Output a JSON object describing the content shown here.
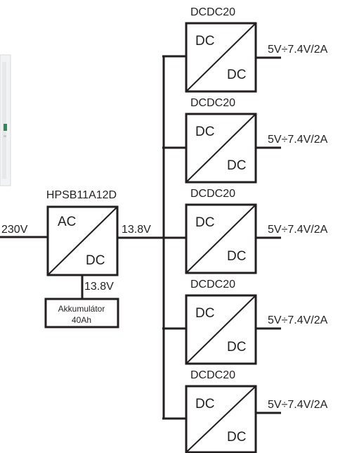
{
  "psu": {
    "model": "HPSB11A12D",
    "input_type": "AC",
    "output_type": "DC",
    "input_voltage": "230V",
    "output_voltage": "13.8V",
    "battery_voltage": "13.8V"
  },
  "battery": {
    "line1": "Akkumulátor",
    "line2": "40Ah"
  },
  "converters": [
    {
      "model": "DCDC20",
      "input_type": "DC",
      "output_type": "DC",
      "output": "5V÷7.4V/2A"
    },
    {
      "model": "DCDC20",
      "input_type": "DC",
      "output_type": "DC",
      "output": "5V÷7.4V/2A"
    },
    {
      "model": "DCDC20",
      "input_type": "DC",
      "output_type": "DC",
      "output": "5V÷7.4V/2A"
    },
    {
      "model": "DCDC20",
      "input_type": "DC",
      "output_type": "DC",
      "output": "5V÷7.4V/2A"
    },
    {
      "model": "DCDC20",
      "input_type": "DC",
      "output_type": "DC",
      "output": "5V÷7.4V/2A"
    }
  ],
  "colors": {
    "line": "#231f20",
    "enclosure_fragment": "#f2f3f4",
    "status_led": "#2e8b57"
  },
  "icons": {
    "enclosure_fragment": "ups-enclosure-photo-fragment"
  }
}
